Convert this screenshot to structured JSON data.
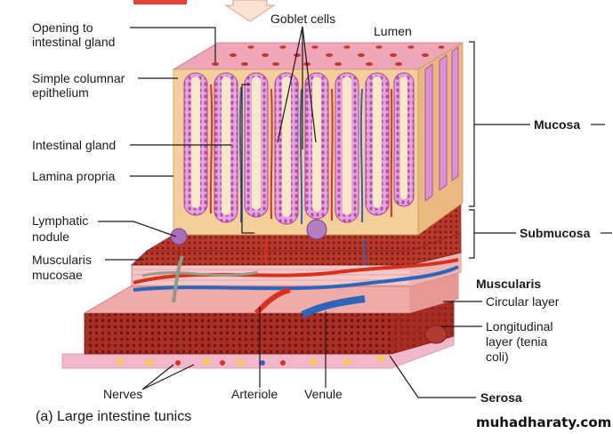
{
  "labels": {
    "opening_line1": "Opening to",
    "opening_line2": "intestinal gland",
    "goblet": "Goblet cells",
    "lumen": "Lumen",
    "simple_line1": "Simple columnar",
    "simple_line2": "epithelium",
    "gland": "Intestinal gland",
    "lamina": "Lamina propria",
    "lymph_line1": "Lymphatic",
    "lymph_line2": "nodule",
    "mm_line1": "Muscularis",
    "mm_line2": "mucosae",
    "mucosa": "Mucosa",
    "submucosa": "Submucosa",
    "muscularis": "Muscularis",
    "circular": "Circular layer",
    "long_line1": "Longitudinal",
    "long_line2": "layer (tenia",
    "long_line3": "coli)",
    "nerves": "Nerves",
    "arteriole": "Arteriole",
    "venule": "Venule",
    "serosa": "Serosa"
  },
  "caption": "(a) Large intestine tunics",
  "watermark": "muhadharaty.com",
  "colors": {
    "mucosa_fill": "#f4cf9a",
    "epithelium": "#d98ad6",
    "goblet": "#c458c0",
    "artery": "#d8321f",
    "vein": "#2f65b8",
    "submucosa": "#f3c6c4",
    "muscle": "#b33a2e",
    "serosa": "#f1b8cc",
    "fat": "#f2d23c"
  }
}
